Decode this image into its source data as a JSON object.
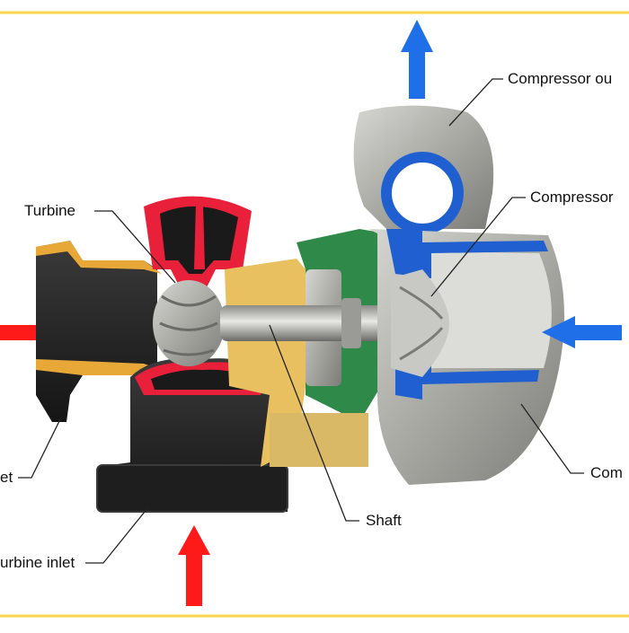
{
  "labels": {
    "compressor_outlet": "Compressor ou",
    "compressor": "Compressor",
    "turbine": "Turbine",
    "shaft": "Shaft",
    "turbine_inlet": "urbine inlet",
    "turbine_outlet": "et",
    "compressor_inlet": "Com"
  },
  "colors": {
    "border": "#f6d54a",
    "hot_section": "#e8203a",
    "cold_section": "#1f5fd0",
    "bearing_housing": "#2f8a4a",
    "oil_passage": "#e8c060",
    "cast_iron": "#2a2a2a",
    "aluminium": "#b4b4b0",
    "arrow_hot": "#ff1a1a",
    "arrow_cold": "#1f6fe8"
  },
  "arrows": {
    "exhaust_out": "arrow-up",
    "air_out": "arrow-up",
    "air_in": "arrow-left",
    "hot_in": "arrow-right"
  }
}
